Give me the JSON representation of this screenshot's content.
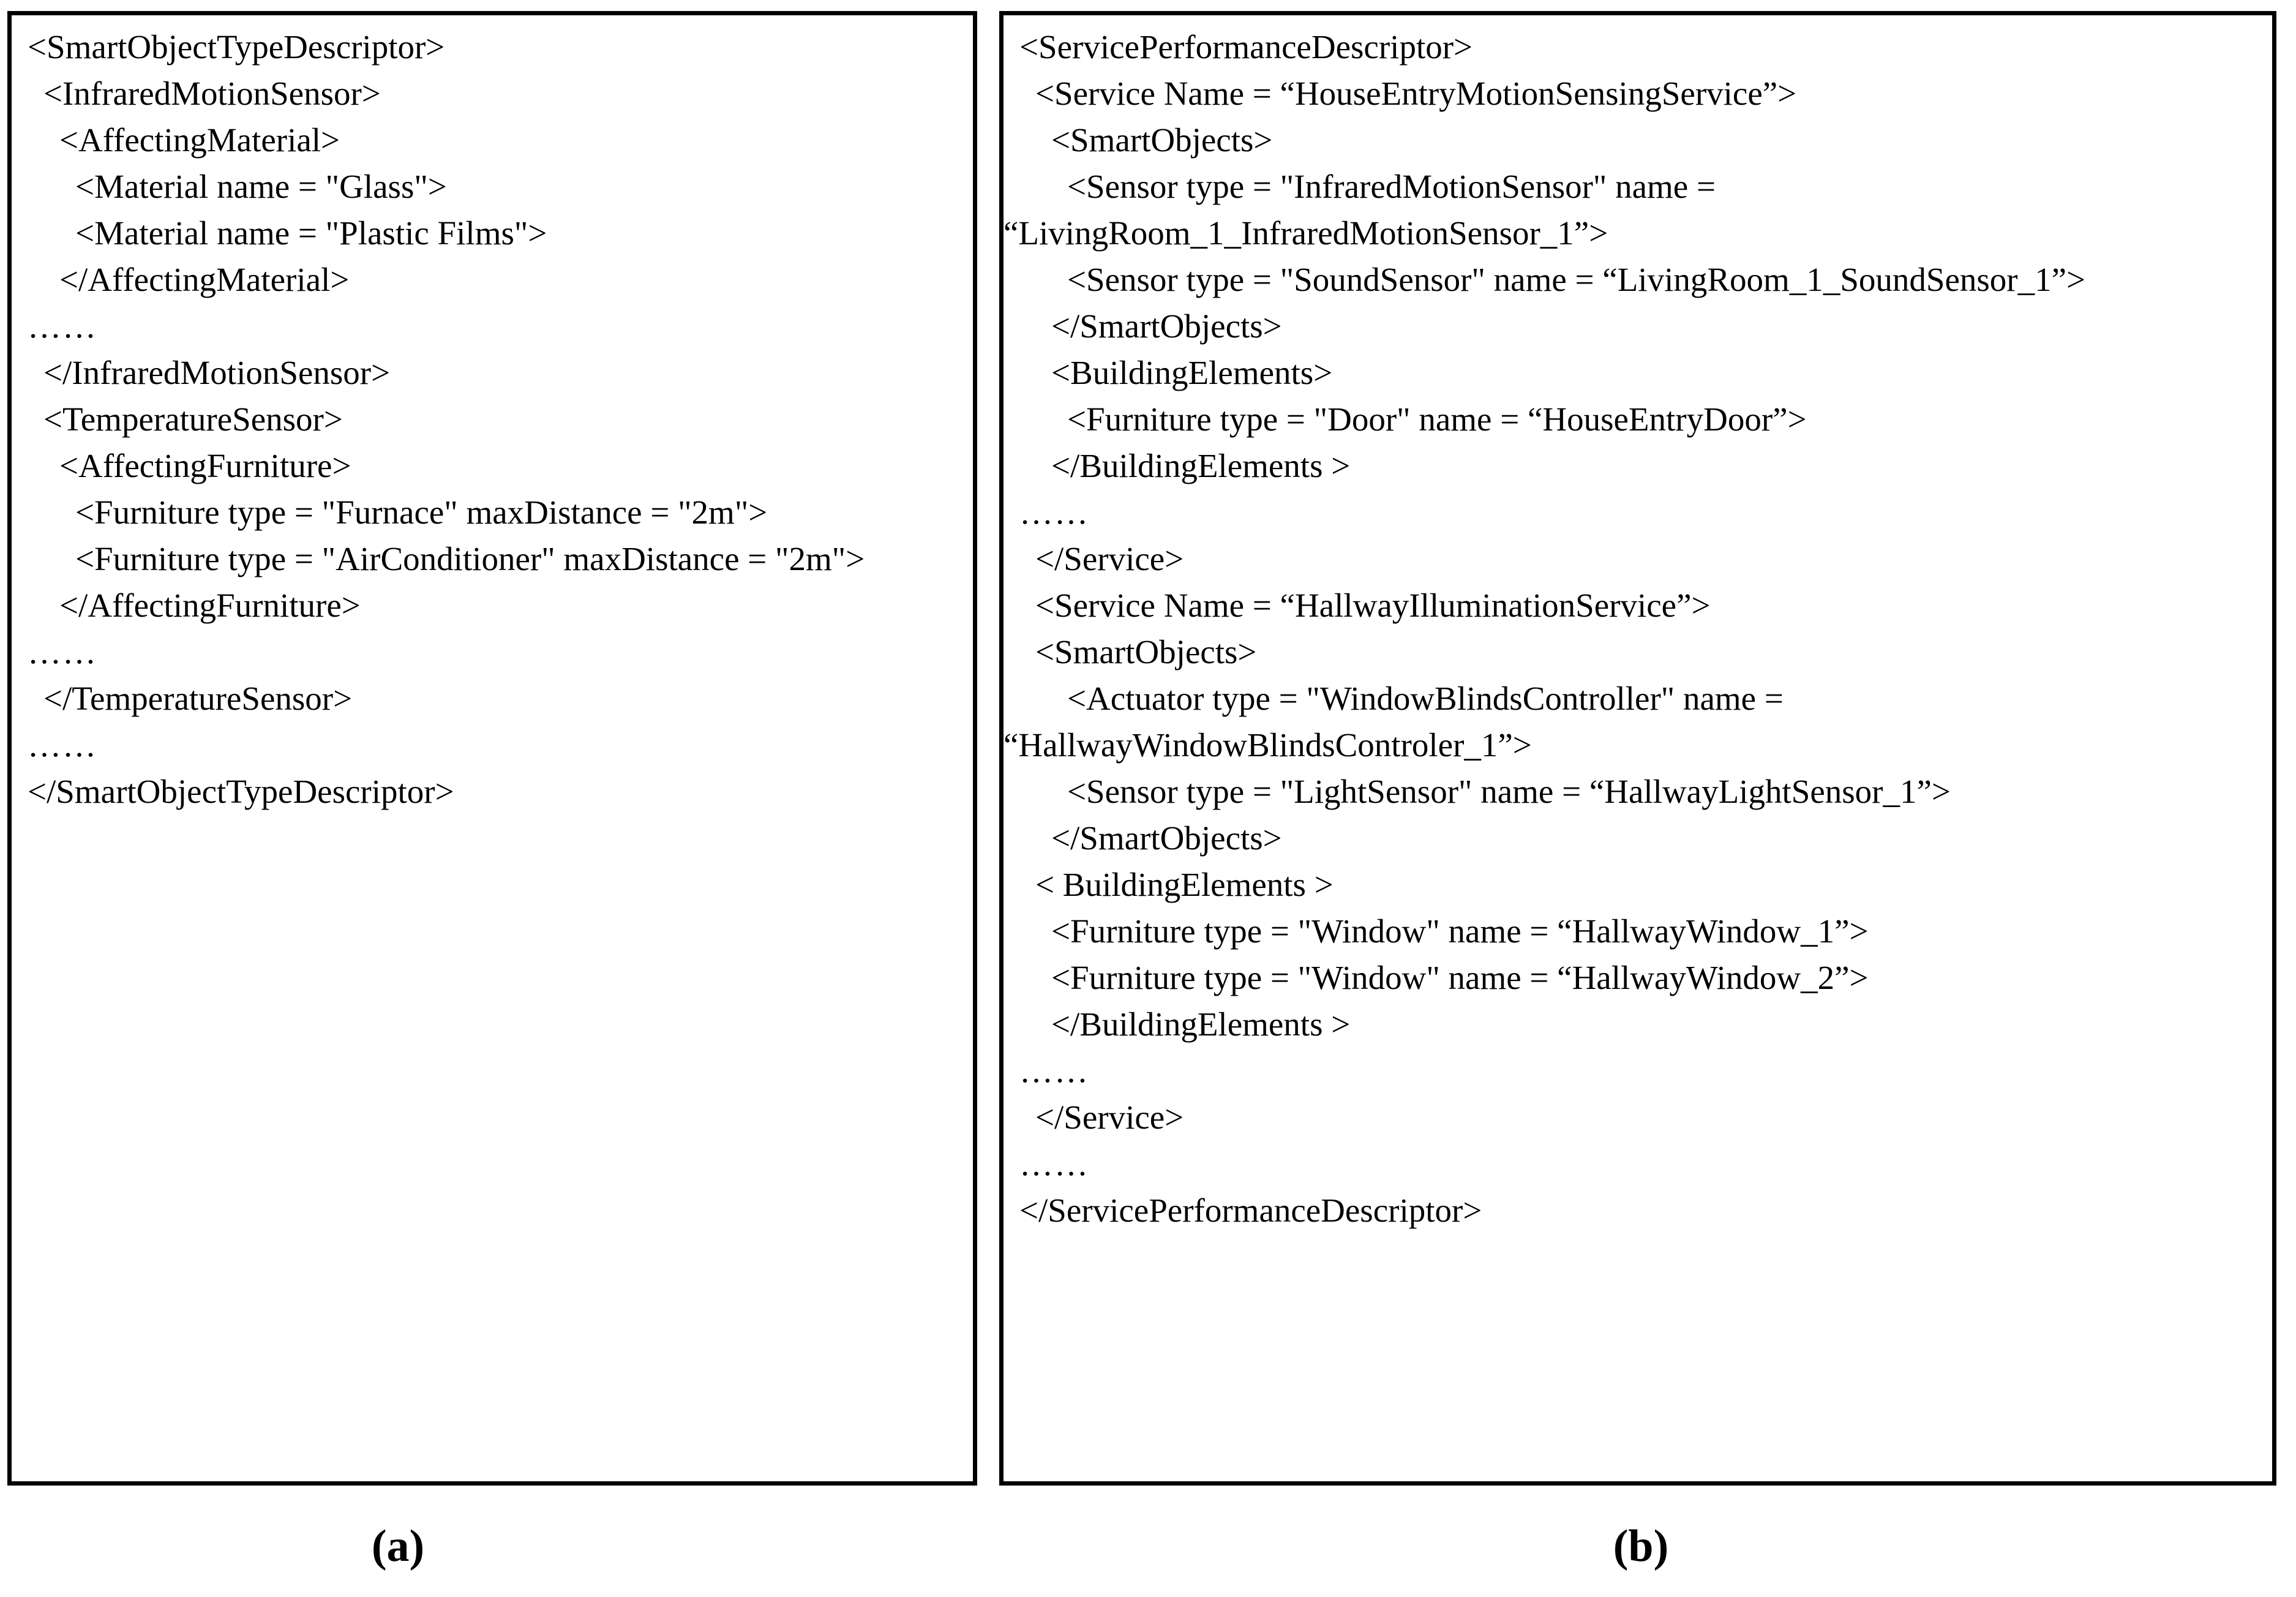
{
  "figure": {
    "panels": [
      {
        "id": "panel-a",
        "caption": "(a)",
        "root_element": "SmartObjectTypeDescriptor",
        "lines": [
          {
            "indent": 0,
            "text": "<SmartObjectTypeDescriptor>"
          },
          {
            "indent": 1,
            "text": "<InfraredMotionSensor>"
          },
          {
            "indent": 2,
            "text": "<AffectingMaterial>"
          },
          {
            "indent": 3,
            "text": "<Material name = \"Glass\">"
          },
          {
            "indent": 3,
            "text": "<Material name = \"Plastic Films\">"
          },
          {
            "indent": 2,
            "text": "</AffectingMaterial>"
          },
          {
            "indent": 0,
            "text": "……"
          },
          {
            "indent": 1,
            "text": "</InfraredMotionSensor>"
          },
          {
            "indent": 1,
            "text": "<TemperatureSensor>"
          },
          {
            "indent": 2,
            "text": "<AffectingFurniture>"
          },
          {
            "indent": 3,
            "text": "<Furniture type = \"Furnace\" maxDistance = \"2m\">"
          },
          {
            "indent": 3,
            "text": "<Furniture type = \"AirConditioner\" maxDistance = \"2m\">"
          },
          {
            "indent": 2,
            "text": "</AffectingFurniture>"
          },
          {
            "indent": 0,
            "text": "……"
          },
          {
            "indent": 1,
            "text": "</TemperatureSensor>"
          },
          {
            "indent": 0,
            "text": "……"
          },
          {
            "indent": 0,
            "text": "</SmartObjectTypeDescriptor>"
          }
        ]
      },
      {
        "id": "panel-b",
        "caption": "(b)",
        "root_element": "ServicePerformanceDescriptor",
        "lines": [
          {
            "indent": 0,
            "text": "<ServicePerformanceDescriptor>"
          },
          {
            "indent": 1,
            "text": "<Service Name = “HouseEntryMotionSensingService”>"
          },
          {
            "indent": 2,
            "text": "<SmartObjects>"
          },
          {
            "indent": 3,
            "text": "<Sensor type = \"InfraredMotionSensor\" name ="
          },
          {
            "indent": 0,
            "wrap": true,
            "text": "“LivingRoom_1_InfraredMotionSensor_1”>"
          },
          {
            "indent": 3,
            "text": "<Sensor type = \"SoundSensor\" name = “LivingRoom_1_SoundSensor_1”>"
          },
          {
            "indent": 2,
            "text": "</SmartObjects>"
          },
          {
            "indent": 2,
            "text": "<BuildingElements>"
          },
          {
            "indent": 3,
            "text": "<Furniture type = \"Door\" name = “HouseEntryDoor”>"
          },
          {
            "indent": 2,
            "text": "</BuildingElements >"
          },
          {
            "indent": 0,
            "text": "……"
          },
          {
            "indent": 1,
            "text": "</Service>"
          },
          {
            "indent": 1,
            "text": "<Service Name = “HallwayIlluminationService”>"
          },
          {
            "indent": 1,
            "text": "<SmartObjects>"
          },
          {
            "indent": 3,
            "text": "<Actuator type = \"WindowBlindsController\" name ="
          },
          {
            "indent": 0,
            "wrap": true,
            "text": "“HallwayWindowBlindsControler_1”>"
          },
          {
            "indent": 3,
            "text": "<Sensor type = \"LightSensor\" name = “HallwayLightSensor_1”>"
          },
          {
            "indent": 2,
            "text": "</SmartObjects>"
          },
          {
            "indent": 1,
            "text": "< BuildingElements >"
          },
          {
            "indent": 2,
            "text": "<Furniture type = \"Window\" name = “HallwayWindow_1”>"
          },
          {
            "indent": 2,
            "text": "<Furniture type = \"Window\" name = “HallwayWindow_2”>"
          },
          {
            "indent": 2,
            "text": "</BuildingElements >"
          },
          {
            "indent": 0,
            "text": "……"
          },
          {
            "indent": 1,
            "text": "</Service>"
          },
          {
            "indent": 0,
            "text": "……"
          },
          {
            "indent": 0,
            "text": "</ServicePerformanceDescriptor>"
          }
        ]
      }
    ]
  },
  "colors": {
    "text": "#000000",
    "border": "#000000",
    "background": "#ffffff"
  }
}
